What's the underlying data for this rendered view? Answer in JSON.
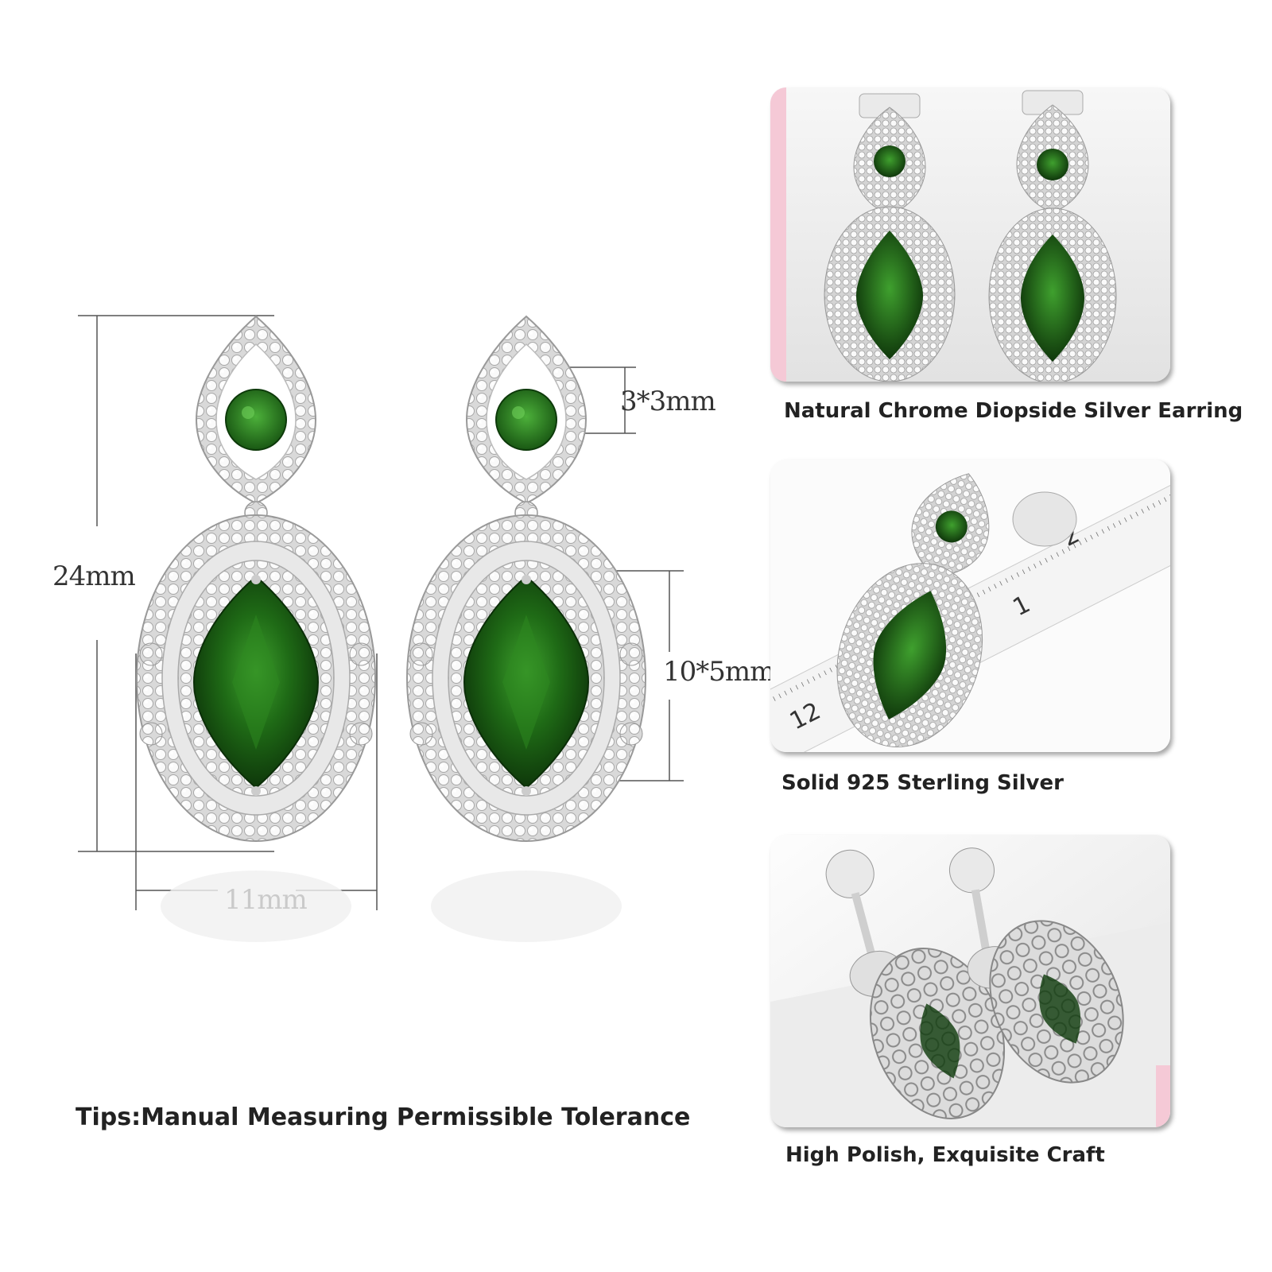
{
  "measurements": {
    "height": "24mm",
    "width": "11mm",
    "small_stone": "3*3mm",
    "main_stone": "10*5mm"
  },
  "tips": "Tips:Manual Measuring Permissible Tolerance",
  "panels": [
    {
      "caption": "Natural Chrome Diopside Silver Earring"
    },
    {
      "caption": "Solid 925 Sterling Silver"
    },
    {
      "caption": "High Polish, Exquisite Craft"
    }
  ],
  "ruler_numbers": [
    "12",
    "1",
    "2"
  ],
  "colors": {
    "stone": "#1f6b16",
    "stone_dark": "#0d3a0a",
    "silver": "#e6e6e6",
    "pink_accent": "#f5c9d6",
    "dim_line": "#555555"
  }
}
